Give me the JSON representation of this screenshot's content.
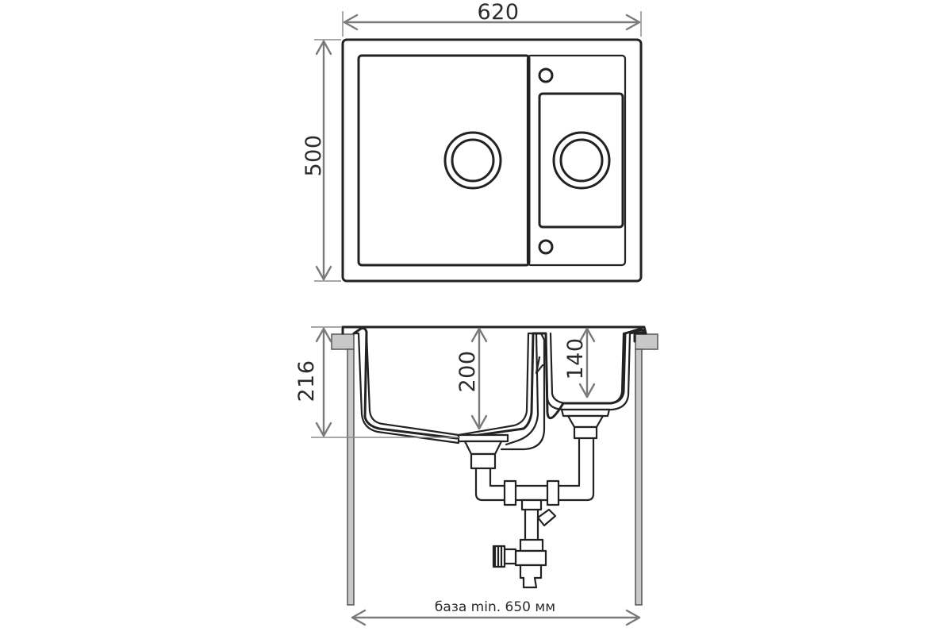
{
  "drawing": {
    "top_view": {
      "width_label": "620",
      "height_label": "500"
    },
    "side_view": {
      "total_depth_label": "216",
      "main_bowl_depth_label": "200",
      "small_bowl_depth_label": "140",
      "base_label": "база min. 650 мм"
    }
  },
  "colors": {
    "outline": "#222222",
    "dimension": "#7a7a7a",
    "countertop": "#c8c8c8"
  }
}
